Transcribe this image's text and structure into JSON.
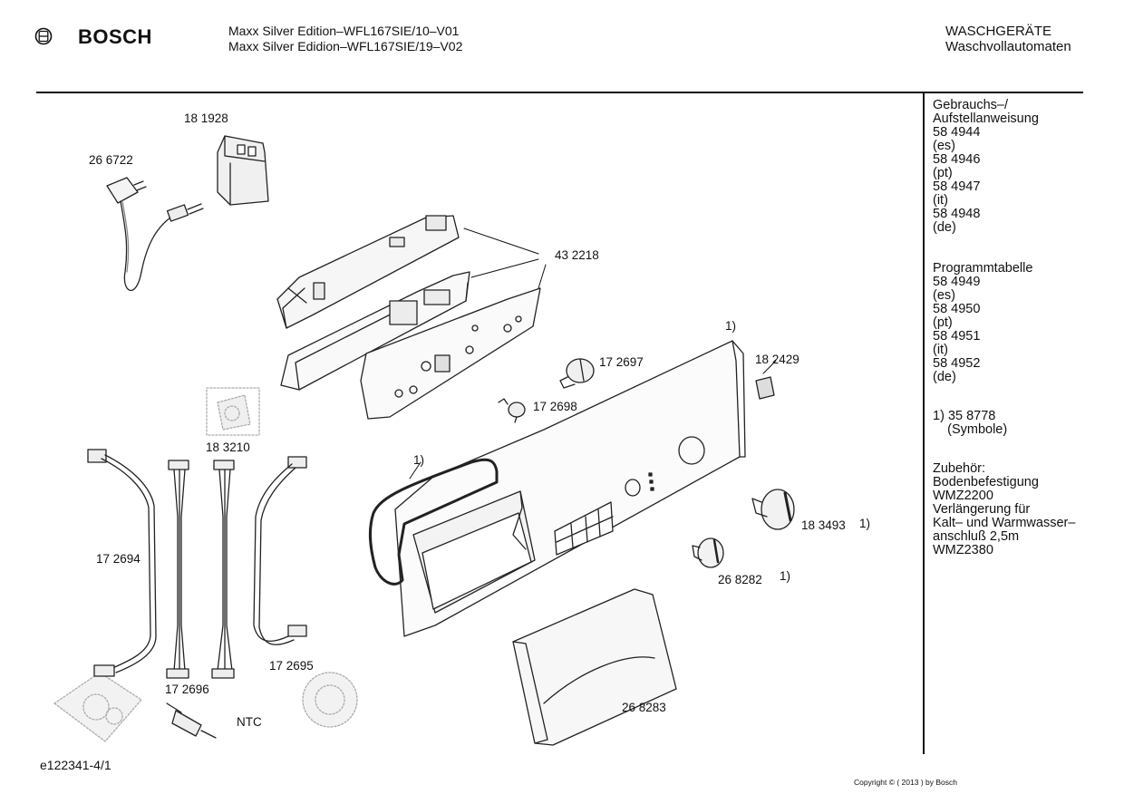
{
  "header": {
    "brand": "BOSCH",
    "model_lines": [
      "Maxx Silver Edition–WFL167SIE/10–V01",
      "Maxx Silver Edidion–WFL167SIE/19–V02"
    ],
    "category": [
      "WASCHGERÄTE",
      "Waschvollautomaten"
    ]
  },
  "sidebar": {
    "manual_title": [
      "Gebrauchs–/",
      "Aufstellanweisung"
    ],
    "manual_docs": [
      {
        "number": "58 4944",
        "lang": "(es)"
      },
      {
        "number": "58 4946",
        "lang": "(pt)"
      },
      {
        "number": "58 4947",
        "lang": "(it)"
      },
      {
        "number": "58 4948",
        "lang": "(de)"
      }
    ],
    "program_title": "Programmtabelle",
    "program_docs": [
      {
        "number": "58 4949",
        "lang": "(es)"
      },
      {
        "number": "58 4950",
        "lang": "(pt)"
      },
      {
        "number": "58 4951",
        "lang": "(it)"
      },
      {
        "number": "58 4952",
        "lang": "(de)"
      }
    ],
    "footnote": [
      "1) 35 8778",
      "    (Symbole)"
    ],
    "accessories": [
      "Zubehör:",
      "Bodenbefestigung",
      "WMZ2200",
      "Verlängerung für",
      "Kalt– und Warmwasser–",
      "anschluß 2,5m",
      "WMZ2380"
    ]
  },
  "parts": {
    "p181928": "18 1928",
    "p266722": "26 6722",
    "p432218": "43 2218",
    "p172697": "17 2697",
    "p172698": "17 2698",
    "p182429": "18 2429",
    "p183210": "18 3210",
    "p172694": "17 2694",
    "p172695": "17 2695",
    "p172696": "17 2696",
    "ntc": "NTC",
    "p183493": "18 3493",
    "p268282": "26 8282",
    "p268283": "26 8283",
    "note_panel": "1)",
    "note_seal": "1)",
    "note_183493": "1)",
    "note_268282": "1)"
  },
  "footer": {
    "diagram_id": "e122341-4/1",
    "copyright": "Copyright © ( 2013 ) by Bosch"
  }
}
